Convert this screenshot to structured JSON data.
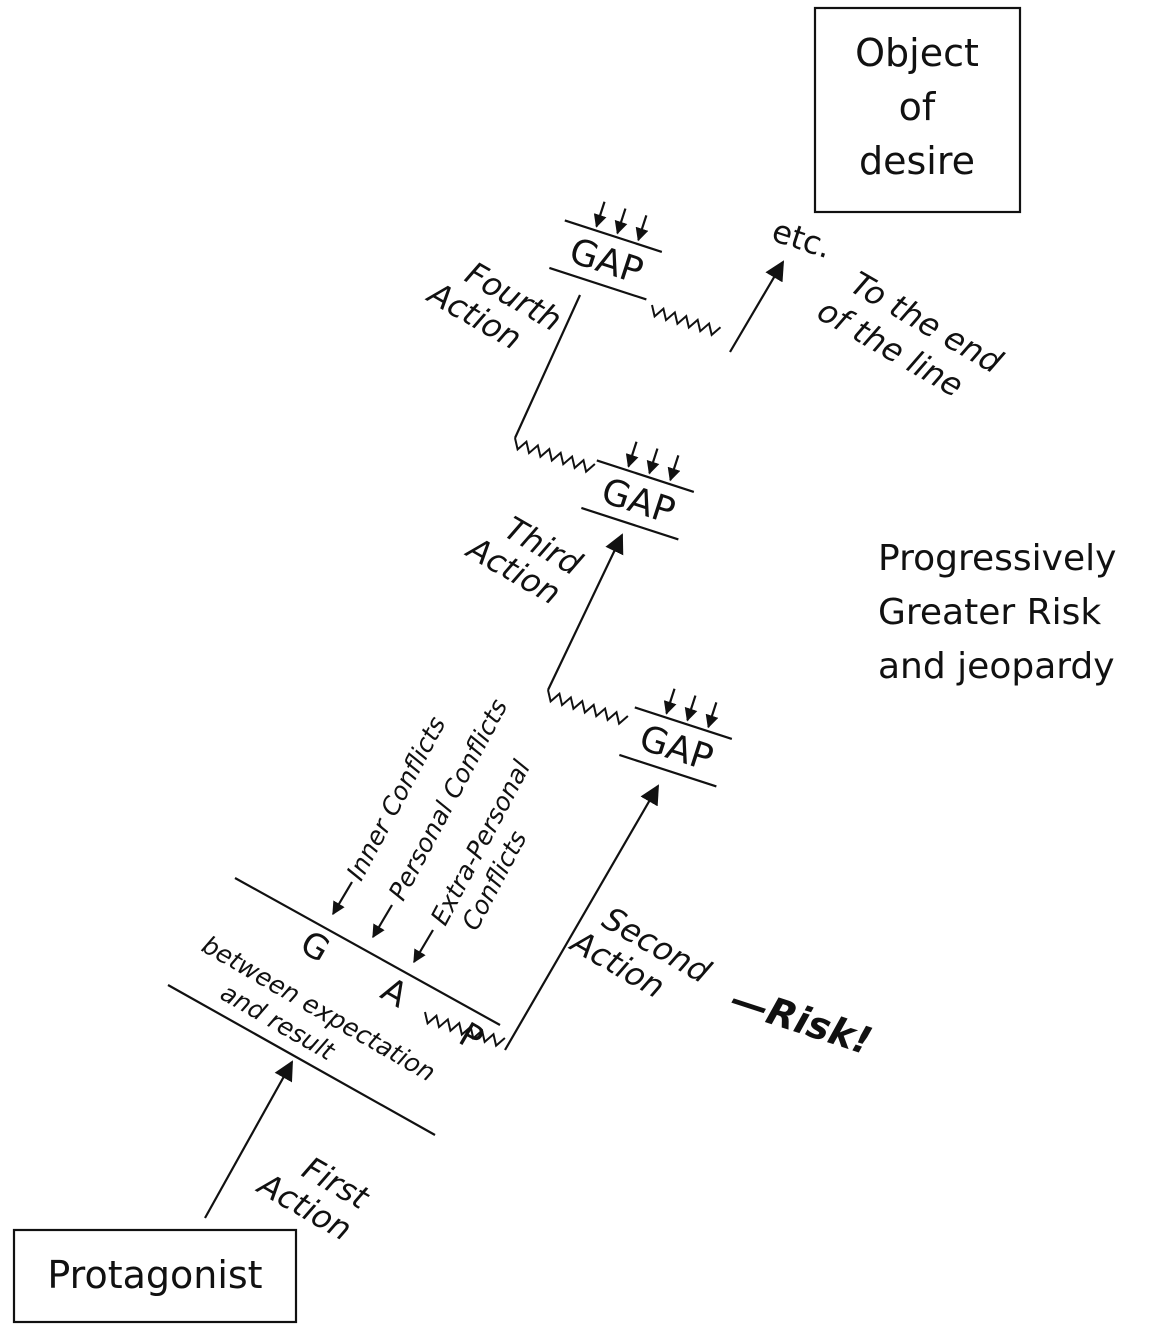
{
  "protagonist": "Protagonist",
  "object_of_desire": [
    "Object",
    "of",
    "desire"
  ],
  "gap_main": {
    "label": "G A P",
    "caption": [
      "between expectation",
      "and result"
    ],
    "conflicts": [
      "Inner Conflicts",
      "Personal Conflicts",
      "Extra-Personal",
      "Conflicts"
    ]
  },
  "gap_label": "GAP",
  "actions": {
    "first": [
      "First",
      "Action"
    ],
    "second": [
      "Second",
      "Action"
    ],
    "third": [
      "Third",
      "Action"
    ],
    "fourth": [
      "Fourth",
      "Action"
    ]
  },
  "risk": "—Risk!",
  "etc": "etc.",
  "end_line": [
    "To the end",
    "of the line"
  ],
  "progress_note": [
    "Progressively",
    "Greater Risk",
    "and jeopardy"
  ]
}
